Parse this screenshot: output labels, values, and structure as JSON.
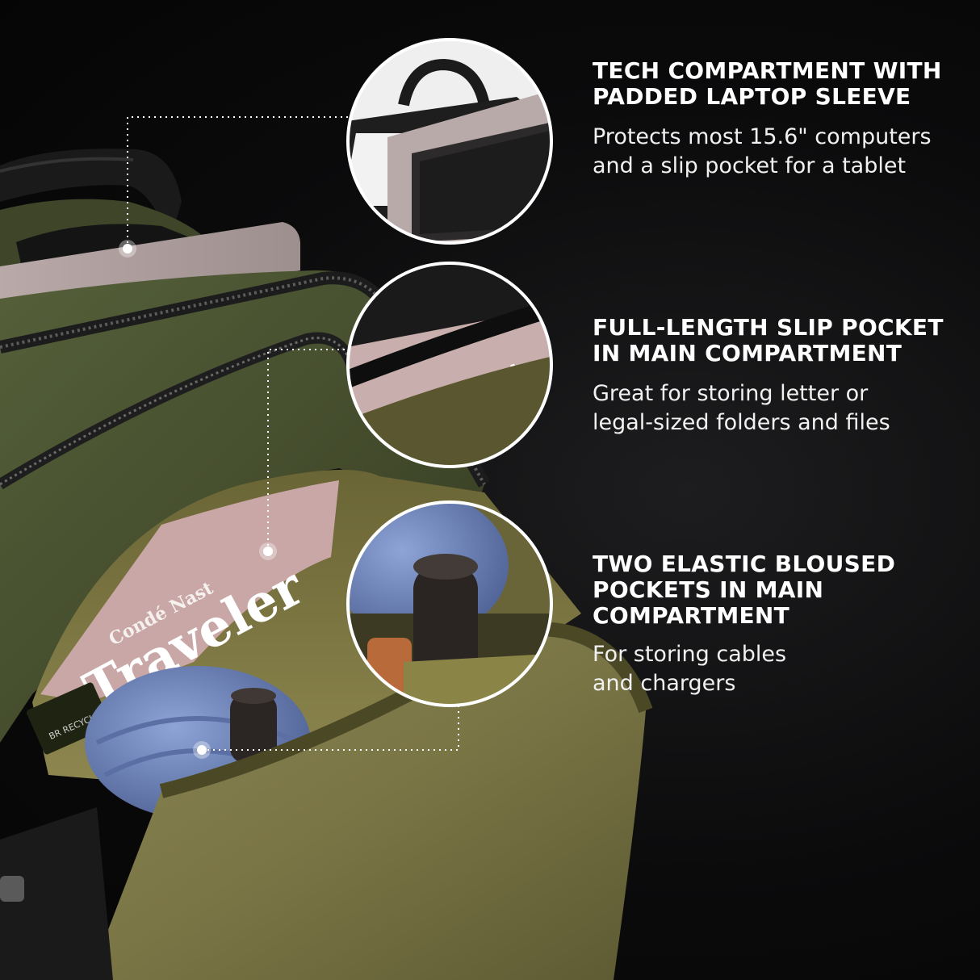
{
  "features": [
    {
      "title": "TECH COMPARTMENT WITH\nPADDED LAPTOP SLEEVE",
      "description": "Protects most 15.6\" computers\nand a  slip pocket for a tablet"
    },
    {
      "title": "FULL-LENGTH SLIP POCKET\nIN MAIN COMPARTMENT",
      "description": "Great for storing letter or\nlegal-sized folders and files"
    },
    {
      "title": "TWO ELASTIC BLOUSED\nPOCKETS IN MAIN\nCOMPARTMENT",
      "description": "For storing cables\nand chargers"
    }
  ],
  "product": {
    "magazine_brand": "Condé Nast",
    "magazine_title": "Traveler",
    "recycle_tag": "BR RECYCLE"
  },
  "colors": {
    "background": "#0b0b0c",
    "bag_green": "#4a5230",
    "lining_olive": "#76703f",
    "accent_white": "#ffffff"
  }
}
